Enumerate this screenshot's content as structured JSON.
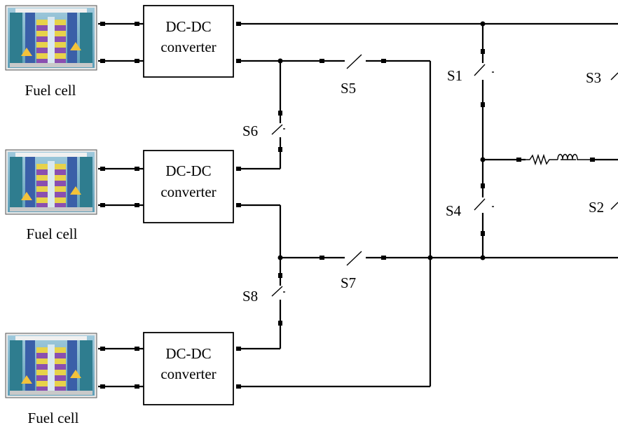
{
  "fuel_cells": [
    {
      "label": "Fuel cell"
    },
    {
      "label": "Fuel cell"
    },
    {
      "label": "Fuel cell"
    }
  ],
  "converters": [
    {
      "line1": "DC-DC",
      "line2": "converter"
    },
    {
      "line1": "DC-DC",
      "line2": "converter"
    },
    {
      "line1": "DC-DC",
      "line2": "converter"
    }
  ],
  "switches": {
    "s1": "S1",
    "s2": "S2",
    "s3": "S3",
    "s4": "S4",
    "s5": "S5",
    "s6": "S6",
    "s7": "S7",
    "s8": "S8"
  }
}
